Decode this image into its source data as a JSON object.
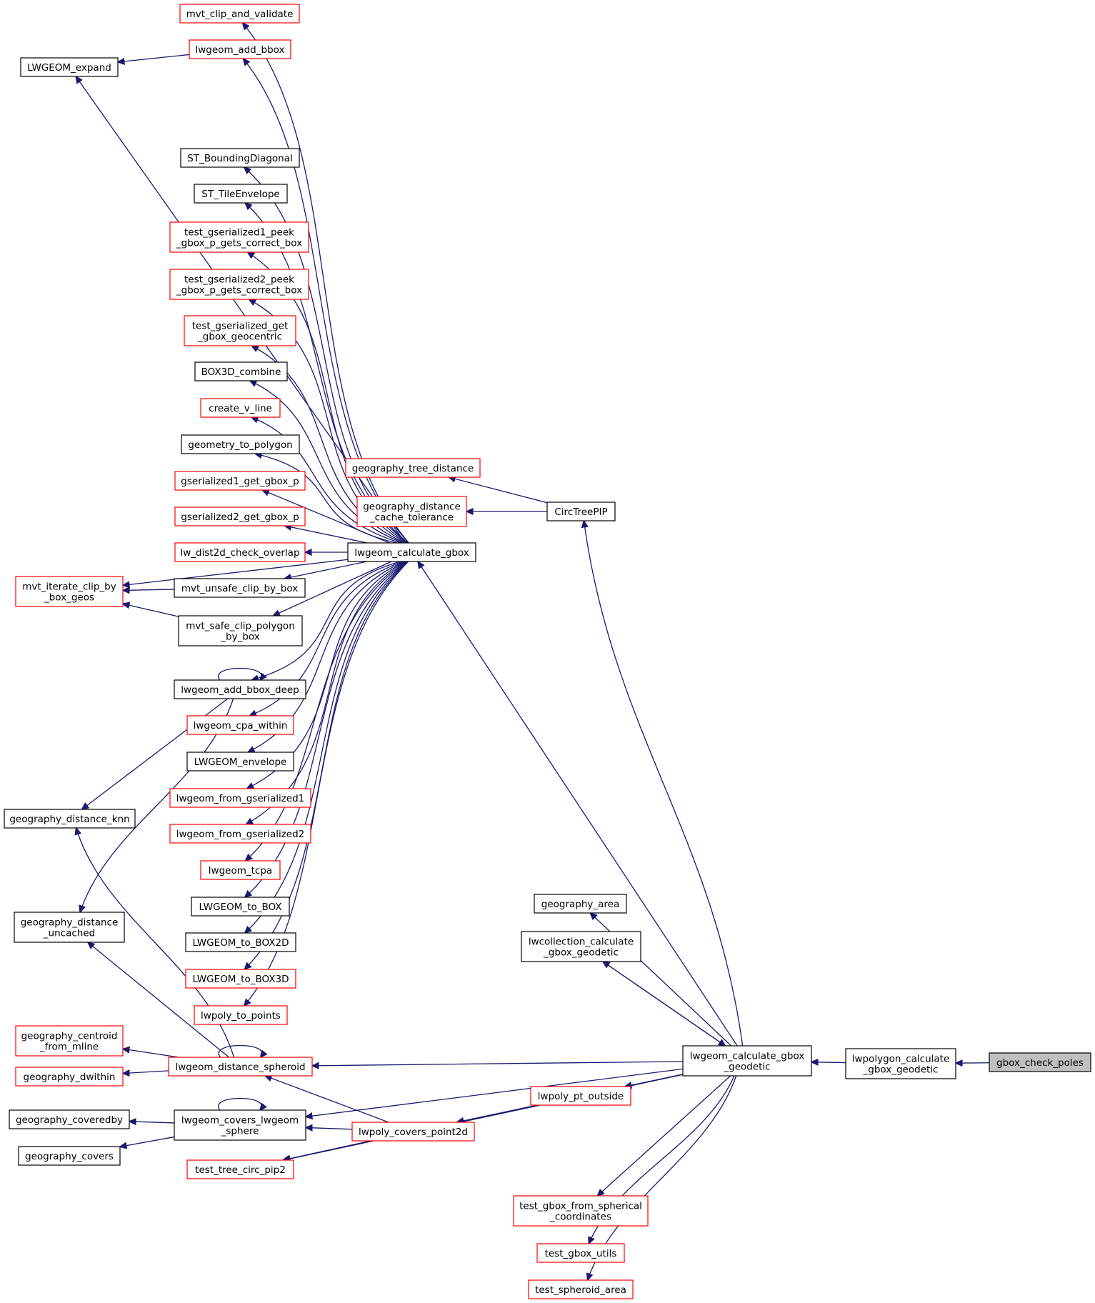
{
  "nodes": [
    {
      "id": "mvt_clip_and_validate",
      "lines": [
        "mvt_clip_and_validate"
      ],
      "border": "red"
    },
    {
      "id": "lwgeom_add_bbox",
      "lines": [
        "lwgeom_add_bbox"
      ],
      "border": "red"
    },
    {
      "id": "LWGEOM_expand",
      "lines": [
        "LWGEOM_expand"
      ],
      "border": "black"
    },
    {
      "id": "ST_BoundingDiagonal",
      "lines": [
        "ST_BoundingDiagonal"
      ],
      "border": "black"
    },
    {
      "id": "ST_TileEnvelope",
      "lines": [
        "ST_TileEnvelope"
      ],
      "border": "black"
    },
    {
      "id": "test_gser1_peek",
      "lines": [
        "test_gserialized1_peek",
        "_gbox_p_gets_correct_box"
      ],
      "border": "red"
    },
    {
      "id": "test_gser2_peek",
      "lines": [
        "test_gserialized2_peek",
        "_gbox_p_gets_correct_box"
      ],
      "border": "red"
    },
    {
      "id": "test_gser_get_geocentric",
      "lines": [
        "test_gserialized_get",
        "_gbox_geocentric"
      ],
      "border": "red"
    },
    {
      "id": "BOX3D_combine",
      "lines": [
        "BOX3D_combine"
      ],
      "border": "black"
    },
    {
      "id": "create_v_line",
      "lines": [
        "create_v_line"
      ],
      "border": "red"
    },
    {
      "id": "geometry_to_polygon",
      "lines": [
        "geometry_to_polygon"
      ],
      "border": "black"
    },
    {
      "id": "gserialized1_get_gbox_p",
      "lines": [
        "gserialized1_get_gbox_p"
      ],
      "border": "red"
    },
    {
      "id": "gserialized2_get_gbox_p",
      "lines": [
        "gserialized2_get_gbox_p"
      ],
      "border": "red"
    },
    {
      "id": "lw_dist2d_check_overlap",
      "lines": [
        "lw_dist2d_check_overlap"
      ],
      "border": "red"
    },
    {
      "id": "mvt_iterate_clip_by_box_geos",
      "lines": [
        "mvt_iterate_clip_by",
        "_box_geos"
      ],
      "border": "red"
    },
    {
      "id": "mvt_unsafe_clip_by_box",
      "lines": [
        "mvt_unsafe_clip_by_box"
      ],
      "border": "black"
    },
    {
      "id": "mvt_safe_clip_polygon_by_box",
      "lines": [
        "mvt_safe_clip_polygon",
        "_by_box"
      ],
      "border": "black"
    },
    {
      "id": "lwgeom_add_bbox_deep",
      "lines": [
        "lwgeom_add_bbox_deep"
      ],
      "border": "black"
    },
    {
      "id": "lwgeom_cpa_within",
      "lines": [
        "lwgeom_cpa_within"
      ],
      "border": "red"
    },
    {
      "id": "LWGEOM_envelope",
      "lines": [
        "LWGEOM_envelope"
      ],
      "border": "black"
    },
    {
      "id": "lwgeom_from_gserialized1",
      "lines": [
        "lwgeom_from_gserialized1"
      ],
      "border": "red"
    },
    {
      "id": "lwgeom_from_gserialized2",
      "lines": [
        "lwgeom_from_gserialized2"
      ],
      "border": "red"
    },
    {
      "id": "geography_distance_knn",
      "lines": [
        "geography_distance_knn"
      ],
      "border": "black"
    },
    {
      "id": "lwgeom_tcpa",
      "lines": [
        "lwgeom_tcpa"
      ],
      "border": "red"
    },
    {
      "id": "LWGEOM_to_BOX",
      "lines": [
        "LWGEOM_to_BOX"
      ],
      "border": "black"
    },
    {
      "id": "geography_distance_uncached",
      "lines": [
        "geography_distance",
        "_uncached"
      ],
      "border": "black"
    },
    {
      "id": "LWGEOM_to_BOX2D",
      "lines": [
        "LWGEOM_to_BOX2D"
      ],
      "border": "black"
    },
    {
      "id": "LWGEOM_to_BOX3D",
      "lines": [
        "LWGEOM_to_BOX3D"
      ],
      "border": "red"
    },
    {
      "id": "lwpoly_to_points",
      "lines": [
        "lwpoly_to_points"
      ],
      "border": "red"
    },
    {
      "id": "geography_centroid_from_mline",
      "lines": [
        "geography_centroid",
        "_from_mline"
      ],
      "border": "red"
    },
    {
      "id": "lwgeom_distance_spheroid",
      "lines": [
        "lwgeom_distance_spheroid"
      ],
      "border": "red"
    },
    {
      "id": "geography_dwithin",
      "lines": [
        "geography_dwithin"
      ],
      "border": "red"
    },
    {
      "id": "geography_coveredby",
      "lines": [
        "geography_coveredby"
      ],
      "border": "black"
    },
    {
      "id": "lwgeom_covers_lwgeom_sphere",
      "lines": [
        "lwgeom_covers_lwgeom",
        "_sphere"
      ],
      "border": "black"
    },
    {
      "id": "geography_covers",
      "lines": [
        "geography_covers"
      ],
      "border": "black"
    },
    {
      "id": "test_tree_circ_pip2",
      "lines": [
        "test_tree_circ_pip2"
      ],
      "border": "red"
    },
    {
      "id": "geography_tree_distance",
      "lines": [
        "geography_tree_distance"
      ],
      "border": "red"
    },
    {
      "id": "geography_distance_cache_tolerance",
      "lines": [
        "geography_distance",
        "_cache_tolerance"
      ],
      "border": "red"
    },
    {
      "id": "CircTreePIP",
      "lines": [
        "CircTreePIP"
      ],
      "border": "black"
    },
    {
      "id": "lwgeom_calculate_gbox",
      "lines": [
        "lwgeom_calculate_gbox"
      ],
      "border": "black"
    },
    {
      "id": "geography_area",
      "lines": [
        "geography_area"
      ],
      "border": "black"
    },
    {
      "id": "lwcollection_calculate_gbox_geodetic",
      "lines": [
        "lwcollection_calculate",
        "_gbox_geodetic"
      ],
      "border": "black"
    },
    {
      "id": "lwpoly_pt_outside",
      "lines": [
        "lwpoly_pt_outside"
      ],
      "border": "red"
    },
    {
      "id": "lwpoly_covers_point2d",
      "lines": [
        "lwpoly_covers_point2d"
      ],
      "border": "red"
    },
    {
      "id": "test_gbox_from_spherical_coordinates",
      "lines": [
        "test_gbox_from_spherical",
        "_coordinates"
      ],
      "border": "red"
    },
    {
      "id": "test_gbox_utils",
      "lines": [
        "test_gbox_utils"
      ],
      "border": "red"
    },
    {
      "id": "test_spheroid_area",
      "lines": [
        "test_spheroid_area"
      ],
      "border": "red"
    },
    {
      "id": "lwgeom_calculate_gbox_geodetic",
      "lines": [
        "lwgeom_calculate_gbox",
        "_geodetic"
      ],
      "border": "black"
    },
    {
      "id": "lwpolygon_calculate_gbox_geodetic",
      "lines": [
        "lwpolygon_calculate",
        "_gbox_geodetic"
      ],
      "border": "black"
    },
    {
      "id": "gbox_check_poles",
      "lines": [
        "gbox_check_poles"
      ],
      "border": "black",
      "fill": "#bfbfbf"
    }
  ],
  "edges": [
    [
      "lwgeom_add_bbox",
      "LWGEOM_expand"
    ],
    [
      "lwgeom_calculate_gbox",
      "mvt_clip_and_validate"
    ],
    [
      "lwgeom_calculate_gbox",
      "lwgeom_add_bbox"
    ],
    [
      "lwgeom_calculate_gbox",
      "LWGEOM_expand"
    ],
    [
      "lwgeom_calculate_gbox",
      "mvt_iterate_clip_by_box_geos"
    ],
    [
      "lwgeom_calculate_gbox",
      "ST_BoundingDiagonal"
    ],
    [
      "lwgeom_calculate_gbox",
      "ST_TileEnvelope"
    ],
    [
      "lwgeom_calculate_gbox",
      "test_gser1_peek"
    ],
    [
      "lwgeom_calculate_gbox",
      "test_gser2_peek"
    ],
    [
      "lwgeom_calculate_gbox",
      "test_gser_get_geocentric"
    ],
    [
      "lwgeom_calculate_gbox",
      "BOX3D_combine"
    ],
    [
      "lwgeom_calculate_gbox",
      "create_v_line"
    ],
    [
      "lwgeom_calculate_gbox",
      "geometry_to_polygon"
    ],
    [
      "lwgeom_calculate_gbox",
      "gserialized1_get_gbox_p"
    ],
    [
      "lwgeom_calculate_gbox",
      "gserialized2_get_gbox_p"
    ],
    [
      "lwgeom_calculate_gbox",
      "lw_dist2d_check_overlap"
    ],
    [
      "lwgeom_calculate_gbox",
      "mvt_unsafe_clip_by_box"
    ],
    [
      "lwgeom_calculate_gbox",
      "mvt_safe_clip_polygon_by_box"
    ],
    [
      "lwgeom_calculate_gbox",
      "lwgeom_add_bbox_deep"
    ],
    [
      "lwgeom_calculate_gbox",
      "lwgeom_cpa_within"
    ],
    [
      "lwgeom_calculate_gbox",
      "LWGEOM_envelope"
    ],
    [
      "lwgeom_calculate_gbox",
      "lwgeom_from_gserialized1"
    ],
    [
      "lwgeom_calculate_gbox",
      "lwgeom_from_gserialized2"
    ],
    [
      "lwgeom_calculate_gbox",
      "lwgeom_tcpa"
    ],
    [
      "lwgeom_calculate_gbox",
      "LWGEOM_to_BOX"
    ],
    [
      "lwgeom_calculate_gbox",
      "LWGEOM_to_BOX2D"
    ],
    [
      "lwgeom_calculate_gbox",
      "LWGEOM_to_BOX3D"
    ],
    [
      "lwgeom_calculate_gbox",
      "lwpoly_to_points"
    ],
    [
      "mvt_unsafe_clip_by_box",
      "mvt_iterate_clip_by_box_geos"
    ],
    [
      "mvt_safe_clip_polygon_by_box",
      "mvt_iterate_clip_by_box_geos"
    ],
    [
      "lwgeom_add_bbox_deep",
      "lwgeom_add_bbox_deep"
    ],
    [
      "lwgeom_add_bbox_deep",
      "geography_distance_knn"
    ],
    [
      "lwgeom_add_bbox_deep",
      "geography_distance_uncached"
    ],
    [
      "lwgeom_distance_spheroid",
      "lwgeom_distance_spheroid"
    ],
    [
      "lwgeom_distance_spheroid",
      "geography_distance_knn"
    ],
    [
      "lwgeom_distance_spheroid",
      "geography_distance_uncached"
    ],
    [
      "lwgeom_distance_spheroid",
      "geography_centroid_from_mline"
    ],
    [
      "lwgeom_distance_spheroid",
      "geography_dwithin"
    ],
    [
      "lwgeom_covers_lwgeom_sphere",
      "lwgeom_covers_lwgeom_sphere"
    ],
    [
      "lwgeom_covers_lwgeom_sphere",
      "geography_coveredby"
    ],
    [
      "lwgeom_covers_lwgeom_sphere",
      "geography_covers"
    ],
    [
      "lwpoly_covers_point2d",
      "lwgeom_covers_lwgeom_sphere"
    ],
    [
      "lwpoly_covers_point2d",
      "test_tree_circ_pip2"
    ],
    [
      "lwpoly_covers_point2d",
      "lwgeom_distance_spheroid"
    ],
    [
      "lwpoly_pt_outside",
      "lwpoly_covers_point2d"
    ],
    [
      "CircTreePIP",
      "geography_tree_distance"
    ],
    [
      "CircTreePIP",
      "geography_distance_cache_tolerance"
    ],
    [
      "lwgeom_calculate_gbox_geodetic",
      "lwgeom_calculate_gbox"
    ],
    [
      "lwgeom_calculate_gbox_geodetic",
      "CircTreePIP"
    ],
    [
      "lwgeom_calculate_gbox_geodetic",
      "geography_area"
    ],
    [
      "lwgeom_calculate_gbox_geodetic",
      "lwcollection_calculate_gbox_geodetic"
    ],
    [
      "lwcollection_calculate_gbox_geodetic",
      "lwgeom_calculate_gbox_geodetic"
    ],
    [
      "lwgeom_calculate_gbox_geodetic",
      "lwgeom_distance_spheroid"
    ],
    [
      "lwgeom_calculate_gbox_geodetic",
      "lwgeom_covers_lwgeom_sphere"
    ],
    [
      "lwgeom_calculate_gbox_geodetic",
      "lwpoly_pt_outside"
    ],
    [
      "lwgeom_calculate_gbox_geodetic",
      "lwpoly_covers_point2d"
    ],
    [
      "lwgeom_calculate_gbox_geodetic",
      "test_tree_circ_pip2"
    ],
    [
      "lwgeom_calculate_gbox_geodetic",
      "test_gbox_from_spherical_coordinates"
    ],
    [
      "lwgeom_calculate_gbox_geodetic",
      "test_gbox_utils"
    ],
    [
      "lwgeom_calculate_gbox_geodetic",
      "test_spheroid_area"
    ],
    [
      "lwpolygon_calculate_gbox_geodetic",
      "lwgeom_calculate_gbox_geodetic"
    ],
    [
      "gbox_check_poles",
      "lwpolygon_calculate_gbox_geodetic"
    ]
  ],
  "colors": {
    "edge": "#191970",
    "red_border": "#ff0000",
    "black_border": "#000000",
    "focus_fill": "#bfbfbf"
  }
}
